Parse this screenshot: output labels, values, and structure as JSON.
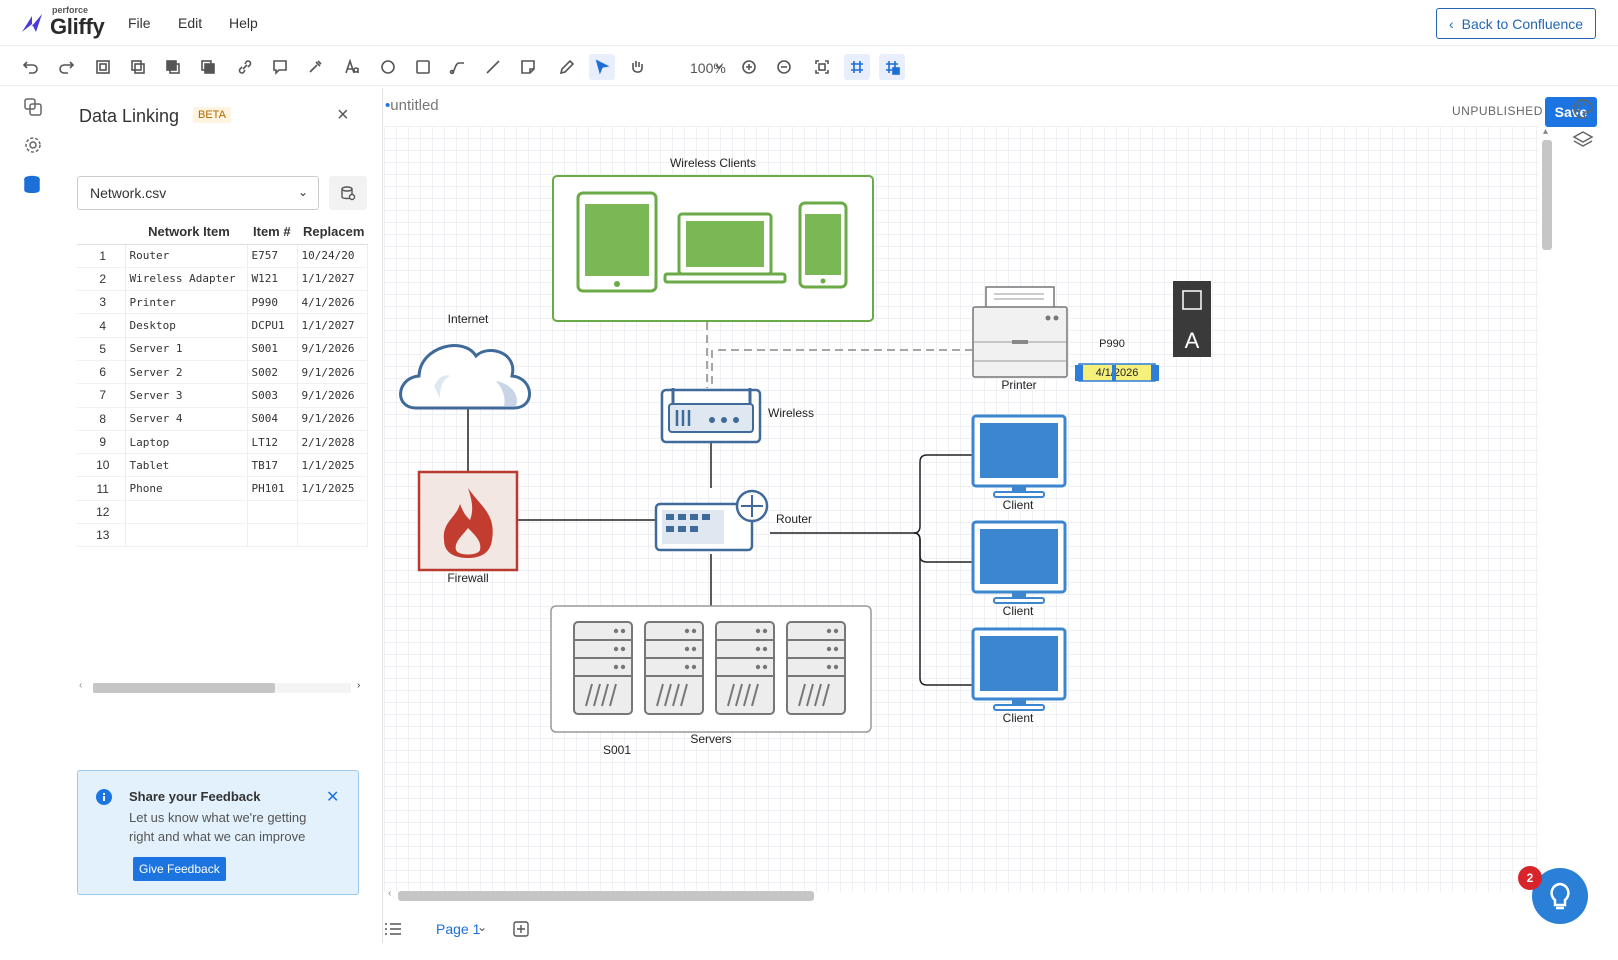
{
  "app": {
    "brand": "perforce",
    "name": "Gliffy",
    "doc_title": "untitled",
    "menu": [
      "File",
      "Edit",
      "Help"
    ],
    "back_button": "Back to Confluence",
    "status": "UNPUBLISHED",
    "save": "Save",
    "zoom": "100%"
  },
  "panel": {
    "title": "Data Linking",
    "badge": "BETA",
    "file": "Network.csv",
    "columns": [
      "Network Item",
      "Item #",
      "Replacem"
    ],
    "rows": [
      {
        "n": "1",
        "item": "Router",
        "id": "E757",
        "date": "10/24/20"
      },
      {
        "n": "2",
        "item": "Wireless Adapter",
        "id": "W121",
        "date": "1/1/2027"
      },
      {
        "n": "3",
        "item": "Printer",
        "id": "P990",
        "date": "4/1/2026"
      },
      {
        "n": "4",
        "item": "Desktop",
        "id": "DCPU1",
        "date": "1/1/2027"
      },
      {
        "n": "5",
        "item": "Server 1",
        "id": "S001",
        "date": "9/1/2026"
      },
      {
        "n": "6",
        "item": "Server 2",
        "id": "S002",
        "date": "9/1/2026"
      },
      {
        "n": "7",
        "item": "Server 3",
        "id": "S003",
        "date": "9/1/2026"
      },
      {
        "n": "8",
        "item": "Server 4",
        "id": "S004",
        "date": "9/1/2026"
      },
      {
        "n": "9",
        "item": "Laptop",
        "id": "LT12",
        "date": "2/1/2028"
      },
      {
        "n": "10",
        "item": "Tablet",
        "id": "TB17",
        "date": "1/1/2025"
      },
      {
        "n": "11",
        "item": "Phone",
        "id": "PH101",
        "date": "1/1/2025"
      },
      {
        "n": "12",
        "item": "",
        "id": "",
        "date": ""
      },
      {
        "n": "13",
        "item": "",
        "id": "",
        "date": ""
      }
    ]
  },
  "feedback": {
    "title": "Share your Feedback",
    "body": "Let us know what we're getting right and what we can improve",
    "button": "Give Feedback"
  },
  "diagram": {
    "labels": {
      "wireless_clients": "Wireless Clients",
      "internet": "Internet",
      "wireless": "Wireless",
      "router": "Router",
      "firewall": "Firewall",
      "servers": "Servers",
      "server_id": "S001",
      "printer": "Printer",
      "printer_id": "P990",
      "printer_date": "4/1/2026",
      "client": "Client"
    }
  },
  "footer": {
    "page": "Page 1"
  },
  "notifications": {
    "count": "2"
  },
  "colors": {
    "accent": "#1c74e0",
    "green": "#6aaa47",
    "monitor": "#3b86cf",
    "firewall": "#b83a30"
  }
}
